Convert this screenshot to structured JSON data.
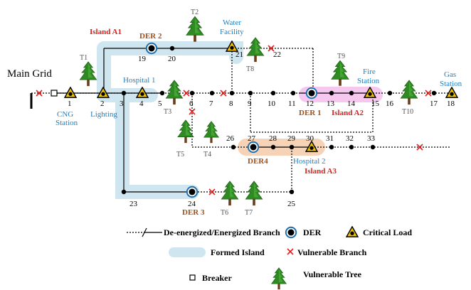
{
  "main_grid_label": "Main Grid",
  "islands": {
    "a1": "Island A1",
    "a2": "Island A2",
    "a3": "Island A3"
  },
  "nodes": [
    "1",
    "2",
    "3",
    "4",
    "5",
    "6",
    "7",
    "8",
    "9",
    "10",
    "11",
    "12",
    "13",
    "14",
    "15",
    "16",
    "17",
    "18",
    "19",
    "20",
    "21",
    "22",
    "23",
    "24",
    "25",
    "26",
    "27",
    "28",
    "29",
    "30",
    "31",
    "32",
    "33"
  ],
  "facilities": {
    "cng": "CNG",
    "cng2": "Station",
    "lighting": "Lighting",
    "hospital1": "Hospital 1",
    "water": "Water",
    "water2": "Facility",
    "fire": "Fire",
    "fire2": "Station",
    "gas": "Gas",
    "gas2": "Station",
    "hospital2": "Hospital 2"
  },
  "ders": {
    "der1": "DER 1",
    "der2": "DER 2",
    "der3": "DER 3",
    "der4": "DER4"
  },
  "trees": [
    "T1",
    "T2",
    "T3",
    "T4",
    "T5",
    "T6",
    "T7",
    "T8",
    "T9",
    "T10"
  ],
  "legend": {
    "branch": "De-energized/Energized Branch",
    "der": "DER",
    "critical": "Critical Load",
    "island": "Formed Island",
    "vulnerable_branch": "Vulnerable Branch",
    "breaker": "Breaker",
    "vulnerable_tree": "Vulnerable Tree"
  },
  "colors": {
    "island_blue": "#cfe6f0",
    "island_pink": "#f6c8f0",
    "island_orange": "#f6d3b6",
    "island_label_red": "#e0201c",
    "facility_blue": "#1e7fc0",
    "der_brown": "#a0521e",
    "cross_red": "#e32020",
    "tree_green": "#2e8b22",
    "load_yellow": "#f2c200"
  }
}
